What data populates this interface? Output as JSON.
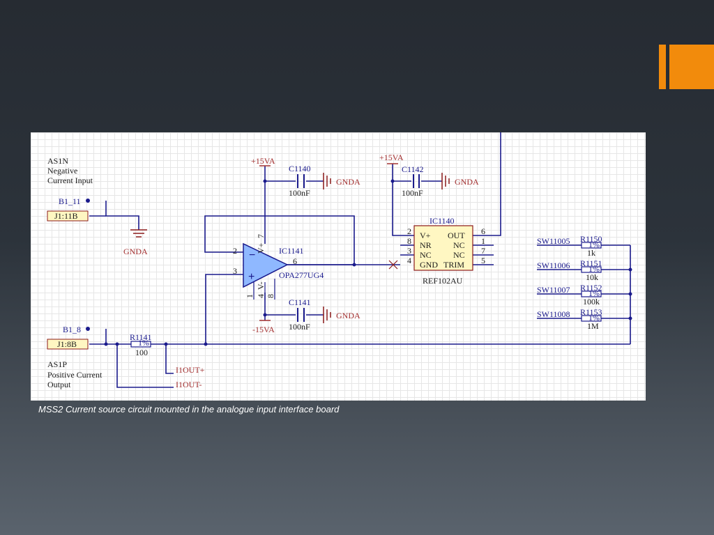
{
  "slide": {
    "accent_color": "#f28b0c",
    "caption": "MSS2 Current source circuit mounted in the analogue input interface board"
  },
  "colors": {
    "wire": "#1a1a8c",
    "component": "#8b1a1a",
    "power": "#a33030",
    "opamp_fill": "#8fb8ff",
    "ic_fill": "#fff7c2",
    "port_fill": "#fff7c2"
  },
  "labels": {
    "as1n_title": "AS1N",
    "as1n_desc1": "Negative",
    "as1n_desc2": "Current Input",
    "b1_11": "B1_11",
    "j1_11b": "J1:11B",
    "gnda_left": "GNDA",
    "b1_8": "B1_8",
    "j1_8b": "J1:8B",
    "as1p_title": "AS1P",
    "as1p_desc1": "Positive Current",
    "as1p_desc2": "Output",
    "r1141": "R1141",
    "r1141_val": "100",
    "r1141_tol": "1%",
    "i1out_plus": "I1OUT+",
    "i1out_minus": "I1OUT-",
    "plus15va_1": "+15VA",
    "c1140": "C1140",
    "c1140_val": "100nF",
    "gnda_c1140": "GNDA",
    "ic1141": "IC1141",
    "opa": "OPA277UG4",
    "pin_2": "2",
    "pin_3": "3",
    "pin_6": "6",
    "pin_7": "7",
    "pin_4": "4",
    "pin_8": "8",
    "pin_1": "1",
    "vplus": "V+",
    "vminus": "V-",
    "c1141": "C1141",
    "c1141_val": "100nF",
    "gnda_c1141": "GNDA",
    "minus15va": "-15VA",
    "plus15va_2": "+15VA",
    "c1142": "C1142",
    "c1142_val": "100nF",
    "gnda_c1142": "GNDA",
    "ic1140": "IC1140",
    "ref": "REF102AU",
    "ref_vplus": "V+",
    "ref_out": "OUT",
    "ref_nr": "NR",
    "ref_nc1": "NC",
    "ref_nc2": "NC",
    "ref_nc3": "NC",
    "ref_gnd": "GND",
    "ref_trim": "TRIM",
    "ref_p2": "2",
    "ref_p8": "8",
    "ref_p3": "3",
    "ref_p4": "4",
    "ref_p6": "6",
    "ref_p1": "1",
    "ref_p7": "7",
    "ref_p5": "5",
    "sw1": "SW11005",
    "sw2": "SW11006",
    "sw3": "SW11007",
    "sw4": "SW11008",
    "r1150": "R1150",
    "r1150_val": "1k",
    "r1151": "R1151",
    "r1151_val": "10k",
    "r1152": "R1152",
    "r1152_val": "100k",
    "r1153": "R1153",
    "r1153_val": "1M",
    "tol": "1%"
  }
}
